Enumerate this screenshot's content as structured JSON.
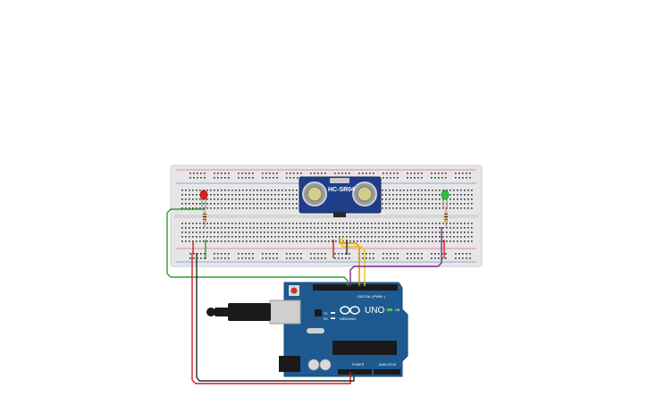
{
  "workspace": {
    "background": "#ffffff"
  },
  "breadboard": {
    "color": "#e6e6e6",
    "hole_color": "#2e2e2e",
    "rail_red": "#d33a3a",
    "rail_blue": "#3a6fd3"
  },
  "sensor": {
    "label": "HC-SR04",
    "board_color": "#1f3e8a"
  },
  "arduino": {
    "board_color": "#1e5a8f",
    "model_label": "UNO",
    "brand_label": "ARDUINO",
    "digital_header_label": "DIGITAL (PWM~)",
    "power_label": "POWER",
    "analog_label": "ANALOG IN",
    "tx_label": "TX",
    "rx_label": "RX",
    "on_label": "ON"
  },
  "components": {
    "led_red_color": "#e0201c",
    "led_green_color": "#2ec43a",
    "resistor_color": "#d8b07a"
  },
  "wires": {
    "green": "#2f9c2f",
    "red": "#d01f1f",
    "black": "#2b2b2b",
    "orange": "#e08a00",
    "yellow": "#e8c400",
    "purple": "#7a2a8a"
  }
}
